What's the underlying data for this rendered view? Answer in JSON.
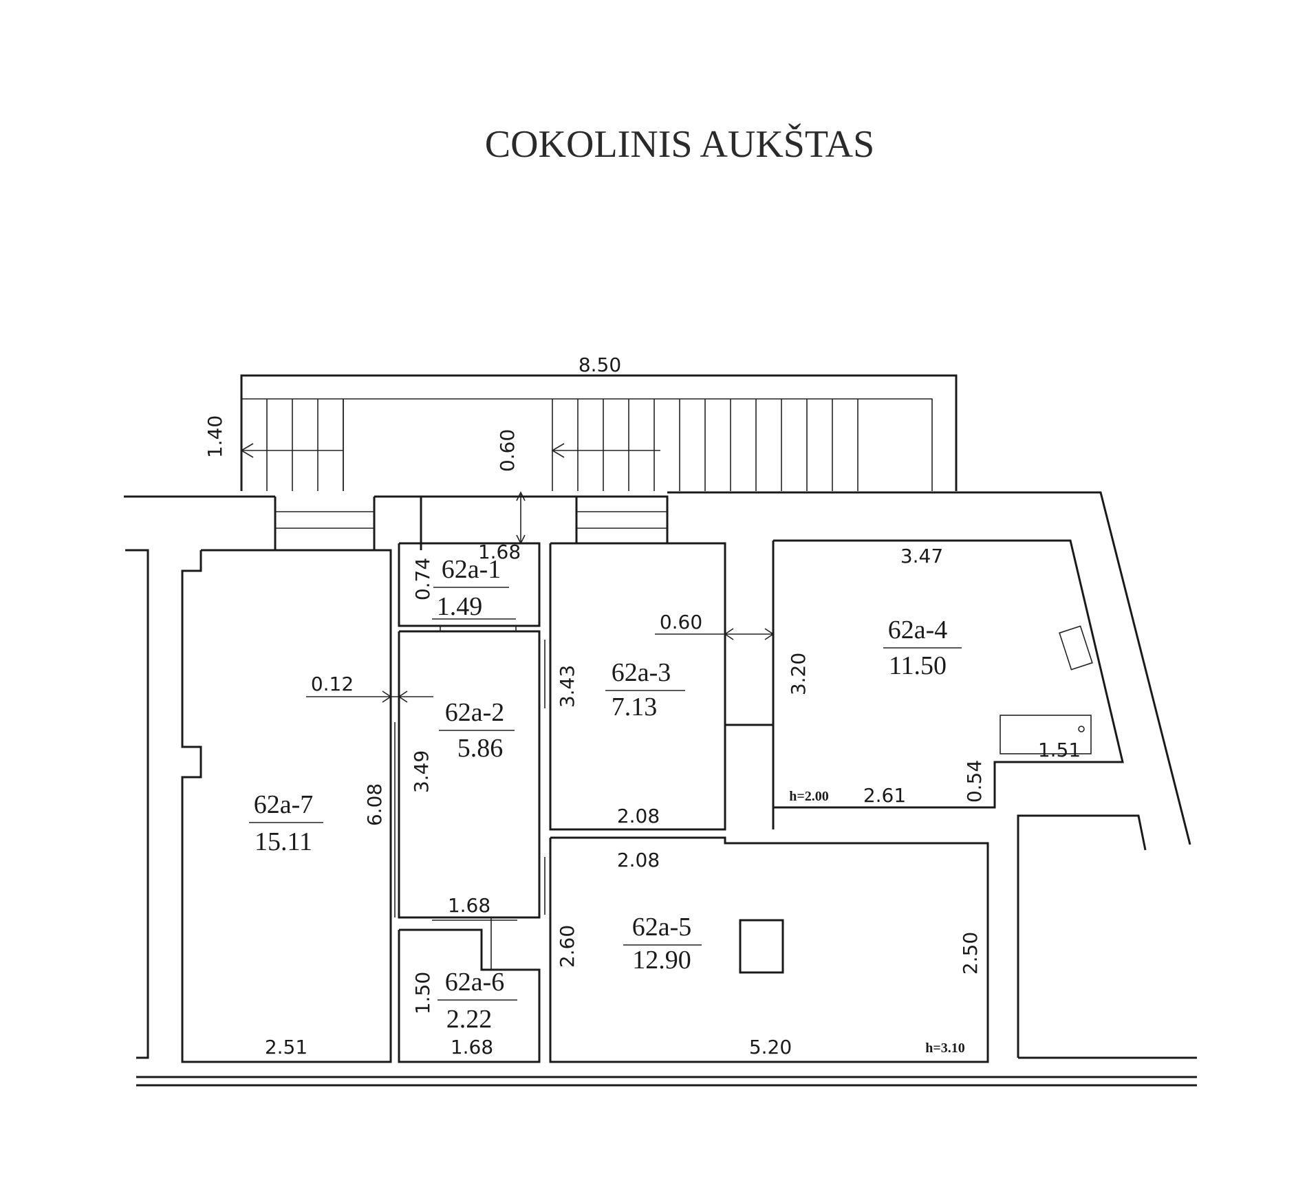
{
  "title": "COKOLINIS AUKŠTAS",
  "rooms": [
    {
      "id": "62a-1",
      "area": "1.49"
    },
    {
      "id": "62a-2",
      "area": "5.86"
    },
    {
      "id": "62a-3",
      "area": "7.13"
    },
    {
      "id": "62a-4",
      "area": "11.50"
    },
    {
      "id": "62a-5",
      "area": "12.90"
    },
    {
      "id": "62a-6",
      "area": "2.22"
    },
    {
      "id": "62a-7",
      "area": "15.11"
    }
  ],
  "dimensions": {
    "stair_width": "8.50",
    "stair_depth": "1.40",
    "stair_step": "0.60",
    "r1_width": "1.68",
    "r1_depth": "0.74",
    "wall_thickness": "0.12",
    "r2_length": "3.49",
    "r2_bottom": "1.68",
    "r3_length": "3.43",
    "r3_bottom": "2.08",
    "door_gap": "0.60",
    "r4_top": "3.47",
    "r4_side": "3.20",
    "r4_bottom": "2.61",
    "r4_niche_width": "1.51",
    "r4_niche_depth": "0.54",
    "r5_top": "2.08",
    "r5_left": "2.60",
    "r5_right": "2.50",
    "r5_bottom": "5.20",
    "r6_side": "1.50",
    "r6_bottom": "1.68",
    "r7_length": "6.08",
    "r7_bottom": "2.51"
  },
  "heights": {
    "room4": "h=2.00",
    "room5": "h=3.10"
  }
}
